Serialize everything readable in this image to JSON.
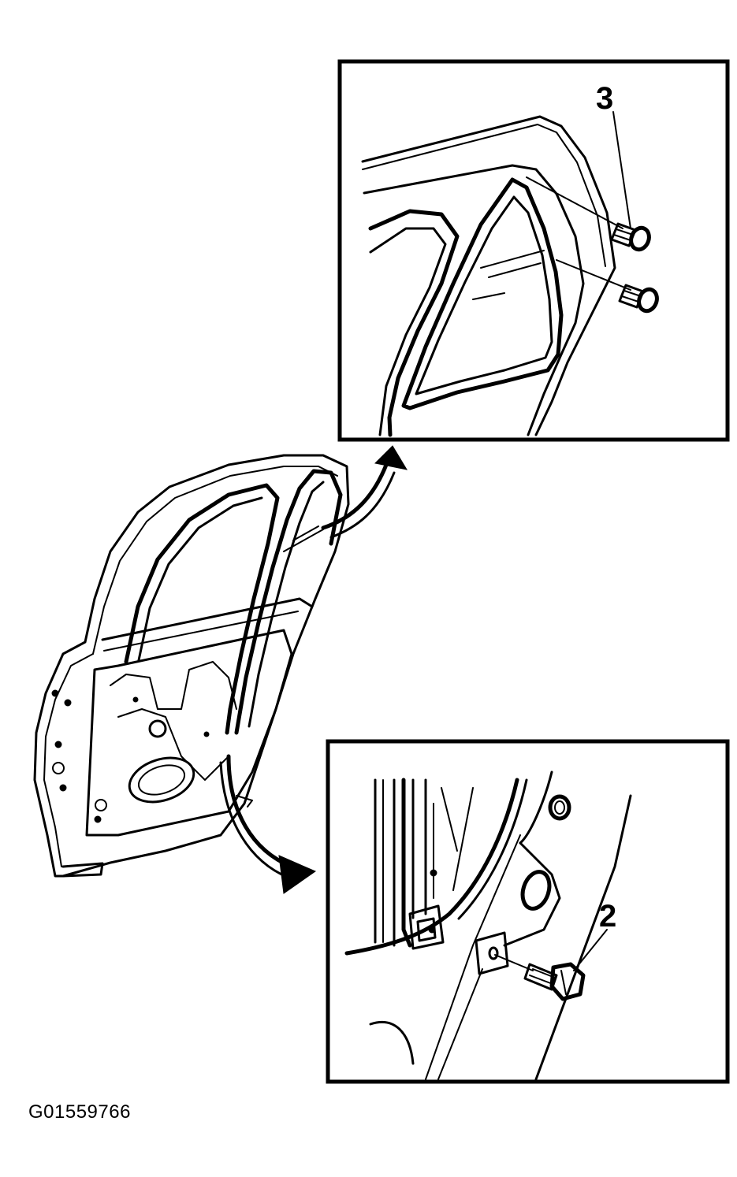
{
  "callouts": {
    "top_inset": "3",
    "bottom_inset": "2"
  },
  "figure_id": "G01559766"
}
